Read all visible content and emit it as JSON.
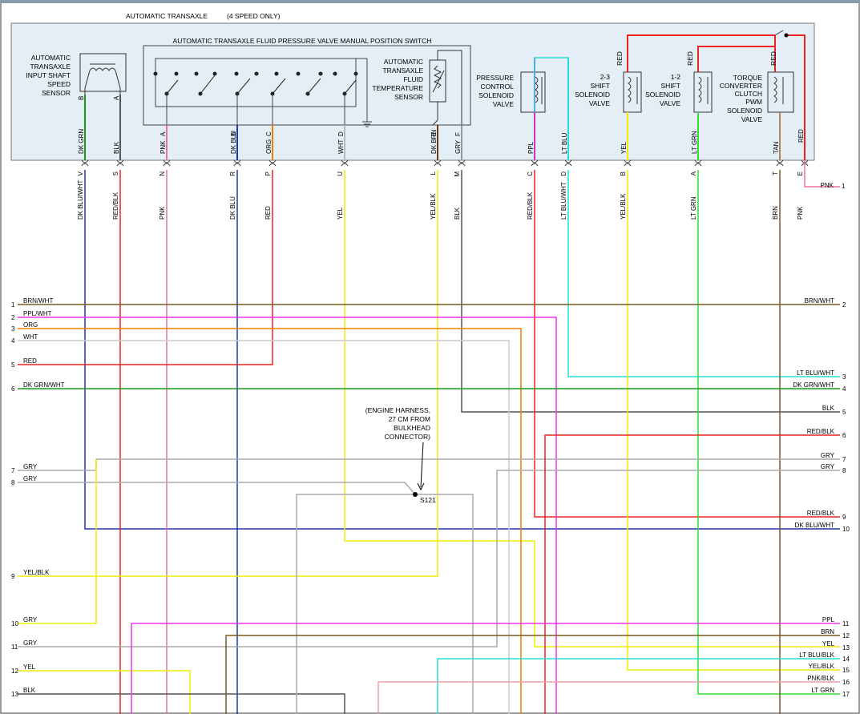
{
  "header": {
    "title": "AUTOMATIC TRANSAXLE",
    "subtitle": "(4 SPEED ONLY)"
  },
  "components": {
    "input_speed_sensor": [
      "AUTOMATIC",
      "TRANSAXLE",
      "INPUT SHAFT",
      "SPEED",
      "SENSOR"
    ],
    "position_switch": "AUTOMATIC TRANSAXLE FLUID PRESSURE VALVE MANUAL POSITION SWITCH",
    "fluid_temp_sensor": [
      "AUTOMATIC",
      "TRANSAXLE",
      "FLUID",
      "TEMPERATURE",
      "SENSOR"
    ],
    "pressure_control": [
      "PRESSURE",
      "CONTROL",
      "SOLENOID",
      "VALVE"
    ],
    "shift_23": [
      "2-3",
      "SHIFT",
      "SOLENOID",
      "VALVE"
    ],
    "shift_12": [
      "1-2",
      "SHIFT",
      "SOLENOID",
      "VALVE"
    ],
    "tcc_pwm": [
      "TORQUE",
      "CONVERTER",
      "CLUTCH",
      "PWM",
      "SOLENOID",
      "VALVE"
    ]
  },
  "inner_wires": [
    {
      "label": "DK GRN",
      "pin": "B",
      "color": "#1a9a1a"
    },
    {
      "label": "BLK",
      "pin": "A",
      "color": "#555555"
    },
    {
      "label": "PNK",
      "pin": "A",
      "color": "#f070a0"
    },
    {
      "label": "DK BLU",
      "pin": "B",
      "color": "#2233aa"
    },
    {
      "label": "ORG",
      "pin": "C",
      "color": "#f08000"
    },
    {
      "label": "WHT",
      "pin": "D",
      "color": "#bbbbbb"
    },
    {
      "label": "DK BRN",
      "pin": "E",
      "color": "#6b3c10"
    },
    {
      "label": "GRY",
      "pin": "F",
      "color": "#999999"
    },
    {
      "label": "PPL",
      "pin": "",
      "color": "#cc33cc"
    },
    {
      "label": "LT BLU",
      "pin": "",
      "color": "#22dddd"
    },
    {
      "label": "YEL",
      "pin": "",
      "color": "#eeee00"
    },
    {
      "label": "LT GRN",
      "pin": "",
      "color": "#33dd33"
    },
    {
      "label": "TAN",
      "pin": "",
      "color": "#b08850"
    },
    {
      "label": "RED",
      "pin": "",
      "color": "#ee2222"
    }
  ],
  "solenoid_supply": [
    "RED",
    "RED",
    "RED"
  ],
  "connector_wires": [
    {
      "label": "DK BLU/WHT",
      "pin": "V",
      "color": "#2233aa"
    },
    {
      "label": "RED/BLK",
      "pin": "S",
      "color": "#ee2222"
    },
    {
      "label": "PNK",
      "pin": "N",
      "color": "#f070a0"
    },
    {
      "label": "DK BLU",
      "pin": "R",
      "color": "#2233aa"
    },
    {
      "label": "RED",
      "pin": "P",
      "color": "#ee2222"
    },
    {
      "label": "YEL",
      "pin": "U",
      "color": "#eeee00"
    },
    {
      "label": "YEL/BLK",
      "pin": "L",
      "color": "#eeee00"
    },
    {
      "label": "BLK",
      "pin": "M",
      "color": "#555555"
    },
    {
      "label": "RED/BLK",
      "pin": "C",
      "color": "#ee2222"
    },
    {
      "label": "LT BLU/WHT",
      "pin": "D",
      "color": "#22dddd"
    },
    {
      "label": "YEL/BLK",
      "pin": "B",
      "color": "#eeee00"
    },
    {
      "label": "LT GRN",
      "pin": "A",
      "color": "#33dd33"
    },
    {
      "label": "BRN",
      "pin": "T",
      "color": "#7a5a20"
    },
    {
      "label": "PNK",
      "pin": "E",
      "color": "#f070a0"
    }
  ],
  "splice": {
    "id": "S121",
    "note": [
      "(ENGINE HARNESS,",
      "27 CM FROM",
      "BULKHEAD",
      "CONNECTOR)"
    ]
  },
  "pnk_out": {
    "label": "PNK",
    "num": "1"
  },
  "left_bus": [
    {
      "num": "1",
      "label": "BRN/WHT",
      "color": "#7a5a20"
    },
    {
      "num": "2",
      "label": "PPL/WHT",
      "color": "#ee33ee"
    },
    {
      "num": "3",
      "label": "ORG",
      "color": "#f08000"
    },
    {
      "num": "4",
      "label": "WHT",
      "color": "#cccccc"
    },
    {
      "num": "5",
      "label": "RED",
      "color": "#ee2222"
    },
    {
      "num": "6",
      "label": "DK GRN/WHT",
      "color": "#1a9a1a"
    },
    {
      "num": "7",
      "label": "GRY",
      "color": "#aaaaaa"
    },
    {
      "num": "8",
      "label": "GRY",
      "color": "#aaaaaa"
    },
    {
      "num": "9",
      "label": "YEL/BLK",
      "color": "#eeee00"
    },
    {
      "num": "10",
      "label": "GRY",
      "color": "#aaaaaa"
    },
    {
      "num": "11",
      "label": "GRY",
      "color": "#aaaaaa"
    },
    {
      "num": "12",
      "label": "YEL",
      "color": "#eeee00"
    },
    {
      "num": "13",
      "label": "BLK",
      "color": "#555555"
    }
  ],
  "right_bus": [
    {
      "num": "2",
      "label": "BRN/WHT",
      "color": "#7a5a20"
    },
    {
      "num": "3",
      "label": "LT BLU/WHT",
      "color": "#22dddd"
    },
    {
      "num": "4",
      "label": "DK GRN/WHT",
      "color": "#1a9a1a"
    },
    {
      "num": "5",
      "label": "BLK",
      "color": "#555555"
    },
    {
      "num": "6",
      "label": "RED/BLK",
      "color": "#ee2222"
    },
    {
      "num": "7",
      "label": "GRY",
      "color": "#aaaaaa"
    },
    {
      "num": "8",
      "label": "GRY",
      "color": "#aaaaaa"
    },
    {
      "num": "9",
      "label": "RED/BLK",
      "color": "#ee2222"
    },
    {
      "num": "10",
      "label": "DK BLU/WHT",
      "color": "#2233aa"
    },
    {
      "num": "11",
      "label": "PPL",
      "color": "#ee33ee"
    },
    {
      "num": "12",
      "label": "BRN",
      "color": "#7a5a20"
    },
    {
      "num": "13",
      "label": "YEL",
      "color": "#eeee00"
    },
    {
      "num": "14",
      "label": "LT BLU/BLK",
      "color": "#22dddd"
    },
    {
      "num": "15",
      "label": "YEL/BLK",
      "color": "#eeee00"
    },
    {
      "num": "16",
      "label": "PNK/BLK",
      "color": "#f0a0a8"
    },
    {
      "num": "17",
      "label": "LT GRN",
      "color": "#33dd33"
    }
  ]
}
